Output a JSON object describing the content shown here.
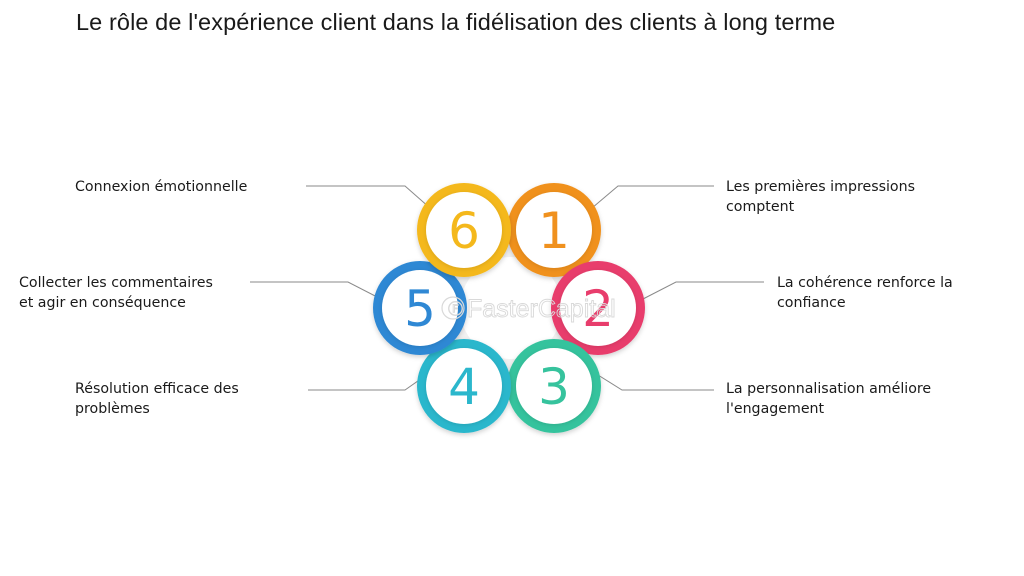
{
  "title": "Le rôle de l'expérience client dans la fidélisation des clients à long terme",
  "watermark": "FasterCapital",
  "steps": [
    {
      "number": "1",
      "lines": [
        "Les premières impressions",
        "comptent"
      ],
      "color": "#f0911e"
    },
    {
      "number": "2",
      "lines": [
        "La cohérence renforce la",
        "confiance"
      ],
      "color": "#e83d6c"
    },
    {
      "number": "3",
      "lines": [
        "La personnalisation améliore",
        "l'engagement"
      ],
      "color": "#36c39d"
    },
    {
      "number": "4",
      "lines": [
        "Résolution efficace des",
        "problèmes"
      ],
      "color": "#2bb7cc"
    },
    {
      "number": "5",
      "lines": [
        "Collecter les commentaires",
        "et agir en conséquence"
      ],
      "color": "#2f88d4"
    },
    {
      "number": "6",
      "lines": [
        "Connexion émotionnelle"
      ],
      "color": "#f4b81c"
    }
  ]
}
